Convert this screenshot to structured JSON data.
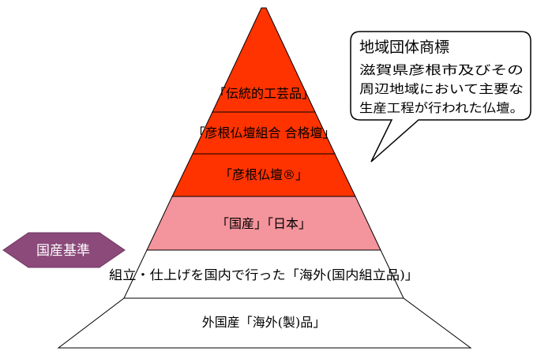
{
  "pyramid": {
    "tiers": [
      {
        "label": "「伝統的工芸品」",
        "color": "#ff3300"
      },
      {
        "label": "「彦根仏壇組合 合格壇」",
        "color": "#ff3300"
      },
      {
        "label": "「彦根仏壇®」",
        "color": "#ff3300"
      },
      {
        "label": "「国産」「日本」",
        "color": "#f4949c"
      },
      {
        "label": "組立・仕上げを国内で行った「海外(国内組立品)」",
        "color": "#ffffff"
      },
      {
        "label": "外国産「海外(製)品」",
        "color": "#ffffff"
      }
    ]
  },
  "badge": {
    "label": "国産基準",
    "color": "#8b4a7a"
  },
  "callout": {
    "title": "地域団体商標",
    "lines": [
      "滋賀県彦根市及びその",
      "周辺地域において主要な",
      "生産工程が行われた仏壇。"
    ]
  }
}
